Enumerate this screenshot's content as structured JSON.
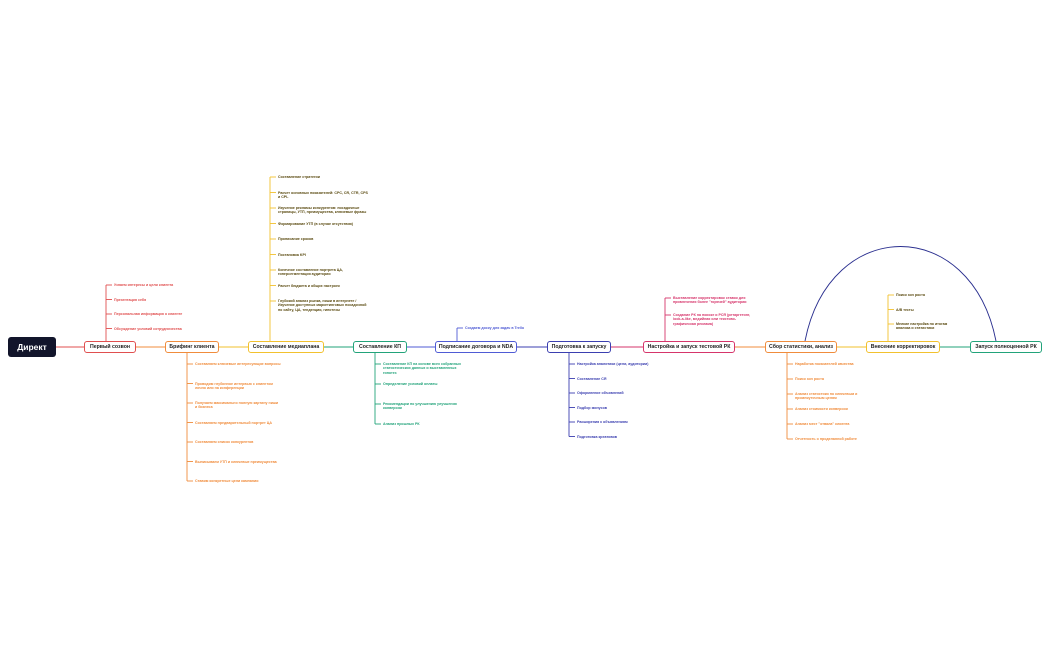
{
  "root": {
    "label": "Директ"
  },
  "stages": [
    {
      "label": "Первый созвон",
      "color": "#e04f4f",
      "up": [
        "Узнаем интересы и цели клиента",
        "Презентация себя",
        "Персональная информация о клиенте",
        "Обсуждение условий сотрудничества"
      ],
      "down": []
    },
    {
      "label": "Брифинг клиента",
      "color": "#f08c3c",
      "up": [],
      "down": [
        "Составляем ключевые интересующие вопросы",
        "Проводим глубинное интервью с клиентом лично или на конференции",
        "Получаем максимально полную картину ниши и бизнеса",
        "Составляем предварительный портрет ЦА",
        "Составляем список конкурентов",
        "Выписываем УТП и ключевые преимущества",
        "Ставим конкретные цели кампании"
      ]
    },
    {
      "label": "Составление медиаплана",
      "color": "#f2c12e",
      "up": [
        "Составление стратегии",
        "Расчет основных показателей: CPC, CR, CTR, CPS и CPL",
        "Изучение рекламы конкурентов: посадочные страницы, УТП, преимущества, ключевые фразы",
        "Формирование УТП (в случае отсутствия)",
        "Прописание сроков",
        "Постановка KPI",
        "Конечное составление портрета ЦА, гиперсегментация аудитории",
        "Расчет бюджета и общих настроек",
        "Глубокий анализ рынка, ниши в интернете / Изучение доступных маркетинговых посадочной по сайту, ЦА, тенденции, гипотезы"
      ],
      "down": []
    },
    {
      "label": "Составление КП",
      "color": "#22a37a",
      "up": [],
      "down": [
        "Составление КП на основе всех собранных статистических данных и выставленных гипотез",
        "Определение условий оплаты",
        "Рекомендации по улучшению улучшения конверсии",
        "Анализ прошлых РК"
      ]
    },
    {
      "label": "Подписание договора и NDA",
      "color": "#4f5bd5",
      "up": [
        "Создаем доску для задач в Trello"
      ],
      "down": []
    },
    {
      "label": "Подготовка к запуску",
      "color": "#3b3fb0",
      "up": [],
      "down": [
        "Настройка аналитики (цели, аудитории)",
        "Составление СЯ",
        "Оформление объявлений",
        "Подбор минусов",
        "Расширения к объявлениям",
        "Подготовка креативов"
      ]
    },
    {
      "label": "Настройка и запуск тестовой РК",
      "color": "#d6356b",
      "up": [
        "Выставление корректировок ставок для привлечения более \"горячей\" аудитории",
        "Создание РК на поиске и РСЯ (ретаргетинг, look-a-like, медийная или текстово-графическая реклама)"
      ],
      "down": []
    },
    {
      "label": "Сбор статистики, анализ",
      "color": "#f08c3c",
      "up": [],
      "down": [
        "Наработка показателей качества",
        "Поиск зон роста",
        "Анализ статистики по ключевым и промежуточным целям",
        "Анализ стоимости конверсии",
        "Анализ мест \"отвала\" клиента",
        "Отчетность о проделанной работе"
      ]
    },
    {
      "label": "Внесение корректировок",
      "color": "#f2c12e",
      "up": [
        "Поиск зон роста",
        "A/B тесты",
        "Мелкие настройка по итогам анализа и статистики"
      ],
      "down": []
    },
    {
      "label": "Запуск полноценной РК",
      "color": "#22a37a",
      "up": [],
      "down": []
    }
  ],
  "connector": {
    "from": "Сбор статистики, анализ",
    "to": "Запуск полноценной РК",
    "color": "#2a2f8f"
  }
}
